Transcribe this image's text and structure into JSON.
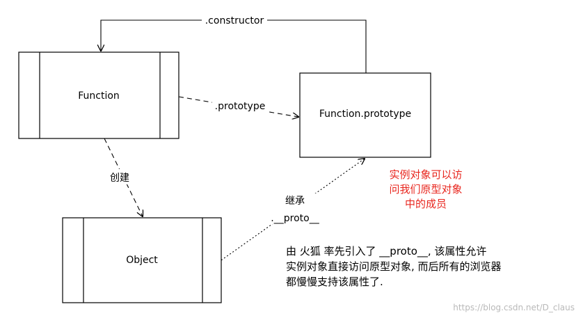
{
  "nodes": {
    "function": "Function",
    "function_prototype": "Function.prototype",
    "object": "Object"
  },
  "edges": {
    "constructor": ".constructor",
    "prototype": ".prototype",
    "create": "创建",
    "inherit": "继承",
    "proto": ".__proto__"
  },
  "annotation_red": [
    "实例对象可以访",
    "问我们原型对象",
    "中的成员"
  ],
  "note": [
    "由 火狐 率先引入了 __proto__, 该属性允许",
    "实例对象直接访问原型对象, 而后所有的浏览器",
    "都慢慢支持该属性了."
  ],
  "watermark": "https://blog.csdn.net/D_claus",
  "colors": {
    "annotation": "#e8261e",
    "stroke": "#000000",
    "watermark": "#b9b9b9"
  }
}
